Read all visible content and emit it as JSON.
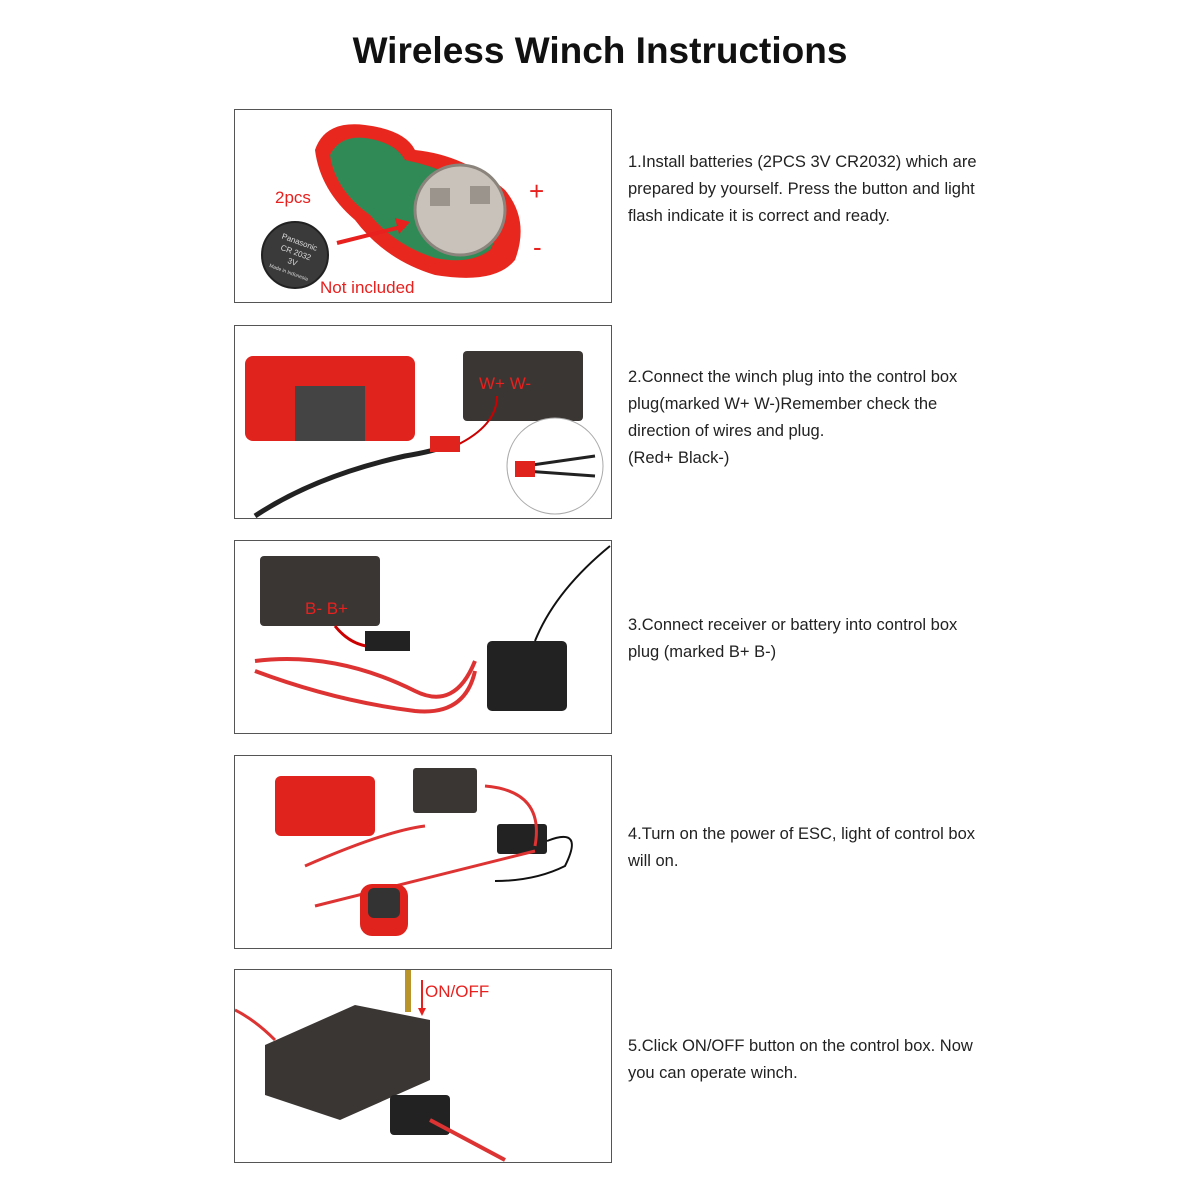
{
  "title": "Wireless Winch Instructions",
  "steps": [
    {
      "text": "1.Install batteries (2PCS 3V CR2032) which are prepared by yourself. Press the button and light flash indicate it is correct and ready.",
      "labels": {
        "count": "2pcs",
        "note": "Not included",
        "plus": "+",
        "minus": "-"
      },
      "battery_print": [
        "Panasonic",
        "CR 2032",
        "3V",
        "Made in Indonesia"
      ]
    },
    {
      "text": "2.Connect the winch plug into the control box plug(marked W+ W-)Remember check the direction of wires and plug.",
      "text2": "(Red+ Black-)",
      "labels": {
        "marking": "W+ W-"
      }
    },
    {
      "text": "3.Connect receiver or battery into control box plug (marked B+ B-)",
      "labels": {
        "marking": "B- B+"
      }
    },
    {
      "text": "4.Turn on the power of ESC, light of control box will on."
    },
    {
      "text": "5.Click ON/OFF button on the control box. Now you can operate winch.",
      "labels": {
        "button": "ON/OFF"
      }
    }
  ],
  "colors": {
    "accent": "#e8201e",
    "box": "#3a3634"
  }
}
